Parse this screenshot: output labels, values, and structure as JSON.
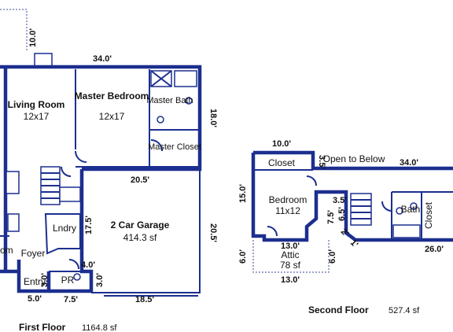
{
  "first_floor": {
    "title": "First Floor",
    "area": "1164.8 sf",
    "rooms": {
      "living_room": "Living Room",
      "living_room_size": "12x17",
      "master_bedroom": "Master Bedroom",
      "master_bedroom_size": "12x17",
      "master_bath": "Master Bath",
      "master_closet": "Master Closet",
      "garage": "2 Car Garage",
      "garage_area": "414.3 sf",
      "laundry": "Lndry",
      "foyer": "Foyer",
      "entry": "Entry",
      "powder_room": "PR",
      "partial_room": "om"
    },
    "dimensions": {
      "top": "34.0'",
      "chimney": "10.0'",
      "right_bedroom": "18.0'",
      "mid": "20.5'",
      "garage_right": "20.5'",
      "garage_left": "17.5'",
      "garage_bottom": "18.5'",
      "pr_left": "4.0'",
      "pr_right": "3.0'",
      "bottom_left": "5.0'",
      "bottom_mid": "7.5'",
      "entry_side": "3.0'"
    }
  },
  "second_floor": {
    "title": "Second Floor",
    "area": "527.4 sf",
    "rooms": {
      "closet_top": "Closet",
      "open_to_below": "Open to Below",
      "bedroom": "Bedroom",
      "bedroom_size": "11x12",
      "attic": "Attic",
      "attic_area": "78 sf",
      "bath": "Bath",
      "closet_right": "Closet"
    },
    "dimensions": {
      "top_left": "10.0'",
      "top_right": "34.0'",
      "left": "15.0'",
      "bottom_mid": "13.0'",
      "attic_bottom": "13.0'",
      "attic_left": "6.0'",
      "attic_right": "6.0'",
      "right_bottom": "26.0'",
      "step_a": "3.5'",
      "step_b": "3.5'",
      "step_c": "7.5'",
      "step_d": "6.5'",
      "step_e": "2'",
      "step_f": "1'"
    }
  },
  "colors": {
    "wall": "#1c2f8f",
    "text": "#111111",
    "background": "#ffffff"
  }
}
